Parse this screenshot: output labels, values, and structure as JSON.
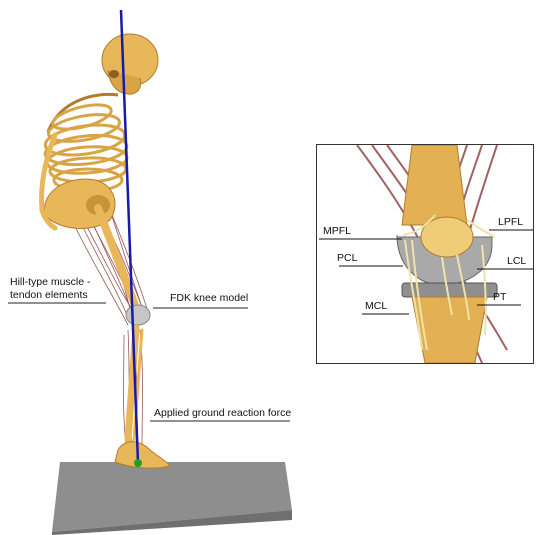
{
  "labels": {
    "muscle_line1": "Hill-type muscle -",
    "muscle_line2": "tendon elements",
    "knee_model": "FDK knee model",
    "ground_force": "Applied ground reaction force"
  },
  "inset_labels": {
    "mpfl": "MPFL",
    "pcl": "PCL",
    "mcl": "MCL",
    "lpfl": "LPFL",
    "lcl": "LCL",
    "pt": "PT"
  },
  "colors": {
    "bone": "#e8b75a",
    "bone_shade": "#b07d2a",
    "muscle": "#8a3a3c",
    "force_vector": "#1a1aa8",
    "platform": "#8c8c8c",
    "contact_point": "#1fa31f",
    "implant": "#9a9a9a"
  }
}
